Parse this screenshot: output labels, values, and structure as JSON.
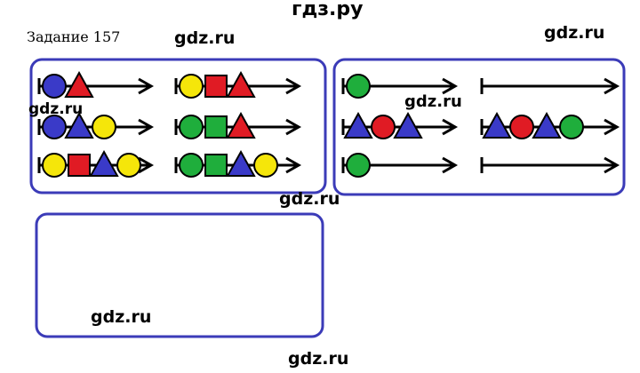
{
  "header": {
    "site_title": "гдз.ру",
    "task_label": "Задание 157"
  },
  "watermarks": [
    "gdz.ru",
    "gdz.ru",
    "gdz.ru",
    "gdz.ru",
    "gdz.ru",
    "gdz.ru",
    "gdz.ru"
  ],
  "colors": {
    "frame": "#3b3bb8",
    "blue": "#3a3ac8",
    "red": "#e01b24",
    "yellow": "#f5e60a",
    "green": "#1fae3c",
    "line": "#000000"
  },
  "panels": {
    "left": {
      "rows": [
        [
          "blue-circle",
          "red-triangle"
        ],
        [
          "yellow-circle",
          "red-square",
          "red-triangle"
        ],
        [
          "blue-circle",
          "blue-triangle",
          "yellow-circle"
        ],
        [
          "green-circle",
          "green-square",
          "red-triangle"
        ],
        [
          "yellow-circle",
          "red-square",
          "blue-triangle",
          "yellow-circle"
        ],
        [
          "green-circle",
          "green-square",
          "blue-triangle",
          "yellow-circle"
        ]
      ]
    },
    "right": {
      "rows": [
        [
          "green-circle"
        ],
        [],
        [
          "blue-triangle",
          "red-circle",
          "blue-triangle"
        ],
        [
          "blue-triangle",
          "red-circle",
          "blue-triangle",
          "green-circle"
        ],
        [
          "green-circle"
        ],
        []
      ]
    },
    "bottom": {
      "rows": []
    }
  }
}
